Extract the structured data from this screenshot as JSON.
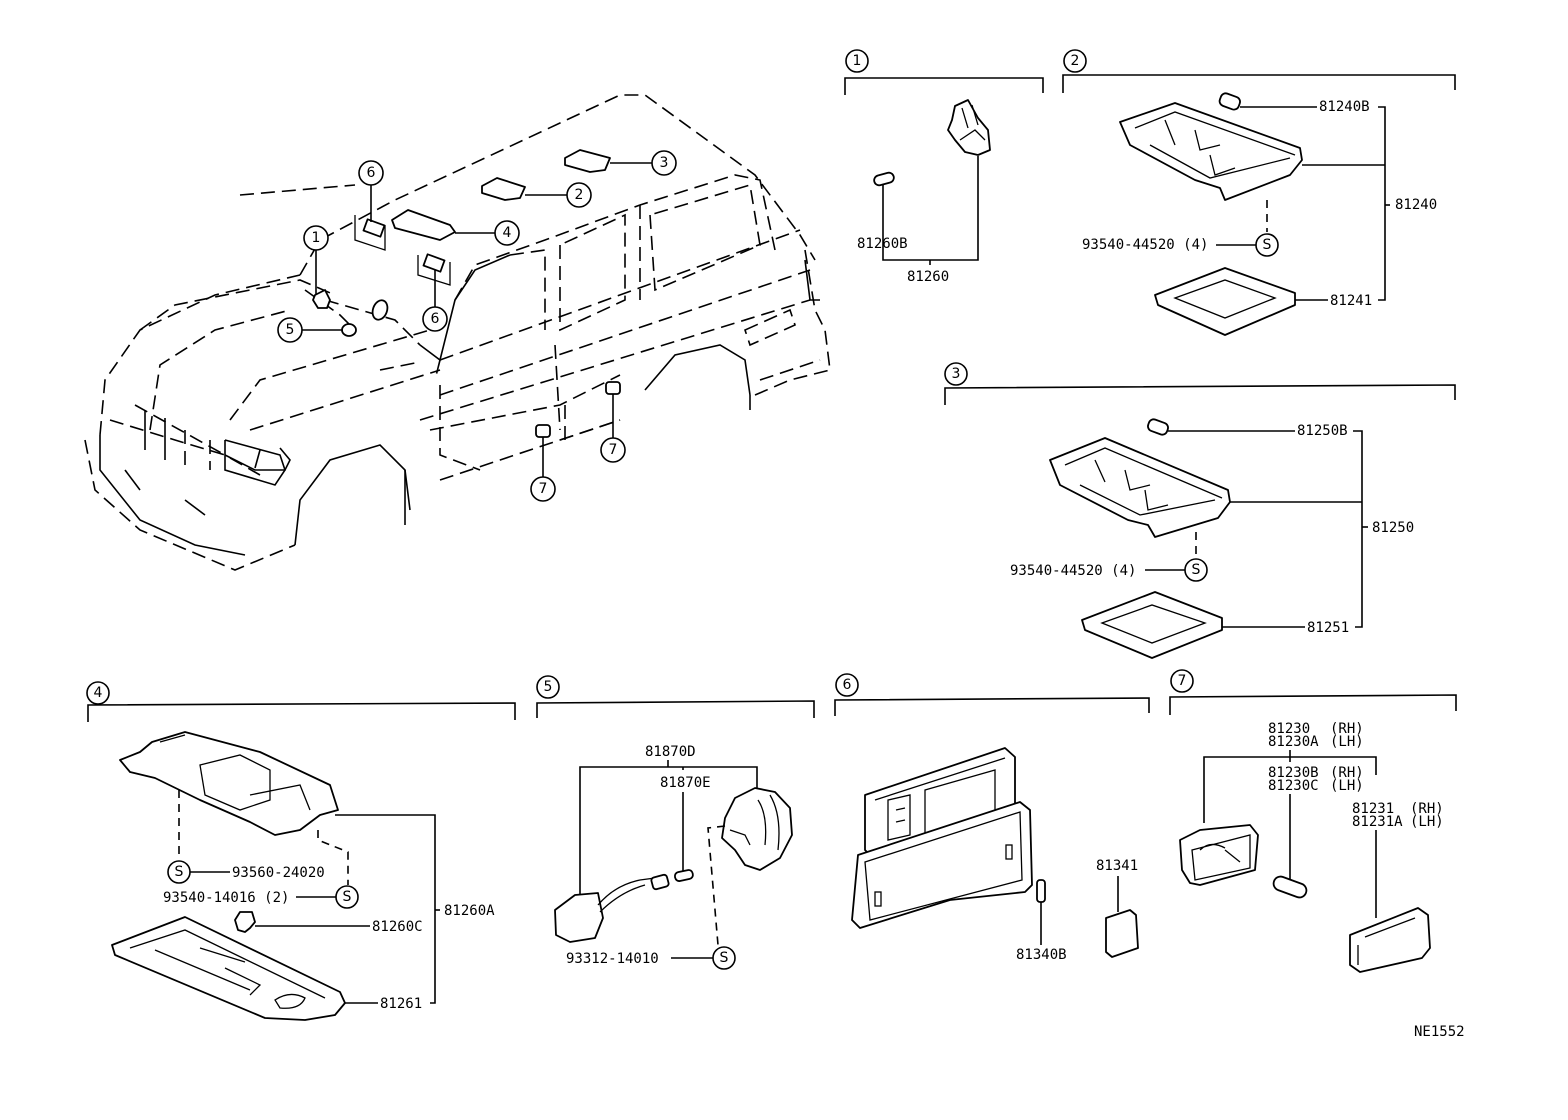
{
  "diagram": {
    "title": "Interior Lamp Parts Diagram",
    "drawing_code": "NE1552",
    "vehicle_callouts": [
      "1",
      "2",
      "3",
      "4",
      "5",
      "6",
      "6",
      "7",
      "7"
    ],
    "screw_symbol": "S",
    "groups": [
      {
        "id": "1",
        "parts": [
          {
            "number": "81260B",
            "role": "bulb"
          },
          {
            "number": "81260",
            "role": "assembly"
          }
        ]
      },
      {
        "id": "2",
        "parts": [
          {
            "number": "81240B",
            "role": "bulb"
          },
          {
            "number": "81240",
            "role": "assembly"
          },
          {
            "number": "93540-44520 (4)",
            "role": "screw"
          },
          {
            "number": "81241",
            "role": "lens"
          }
        ]
      },
      {
        "id": "3",
        "parts": [
          {
            "number": "81250B",
            "role": "bulb"
          },
          {
            "number": "81250",
            "role": "assembly"
          },
          {
            "number": "93540-44520 (4)",
            "role": "screw"
          },
          {
            "number": "81251",
            "role": "lens"
          }
        ]
      },
      {
        "id": "4",
        "parts": [
          {
            "number": "93560-24020",
            "role": "screw"
          },
          {
            "number": "93540-14016 (2)",
            "role": "screw"
          },
          {
            "number": "81260C",
            "role": "bulb"
          },
          {
            "number": "81260A",
            "role": "assembly"
          },
          {
            "number": "81261",
            "role": "lens"
          }
        ]
      },
      {
        "id": "5",
        "parts": [
          {
            "number": "81870D",
            "role": "assembly"
          },
          {
            "number": "81870E",
            "role": "bulb"
          },
          {
            "number": "93312-14010",
            "role": "screw"
          }
        ]
      },
      {
        "id": "6",
        "parts": [
          {
            "number": "81341",
            "role": "lens"
          },
          {
            "number": "81340B",
            "role": "bulb"
          }
        ]
      },
      {
        "id": "7",
        "parts": [
          {
            "number": "81230",
            "side": "(RH)"
          },
          {
            "number": "81230A",
            "side": "(LH)"
          },
          {
            "number": "81230B",
            "side": "(RH)"
          },
          {
            "number": "81230C",
            "side": "(LH)"
          },
          {
            "number": "81231",
            "side": "(RH)"
          },
          {
            "number": "81231A",
            "side": "(LH)"
          }
        ]
      }
    ]
  }
}
